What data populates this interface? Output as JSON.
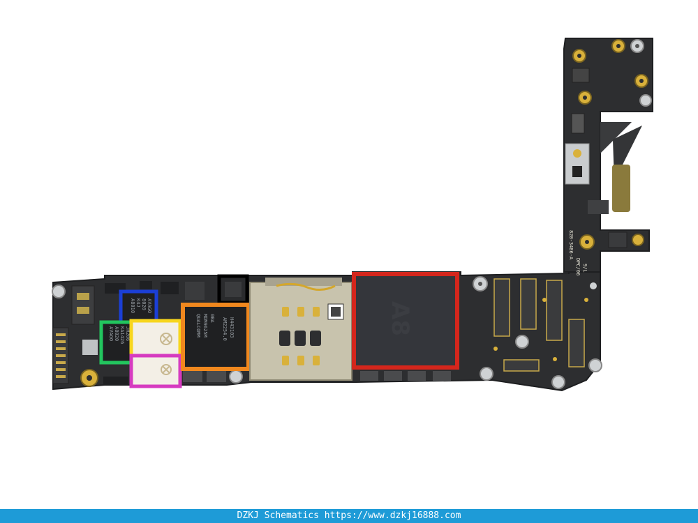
{
  "footer": {
    "text": "DZKJ Schematics https://www.dzkj16888.com"
  },
  "board": {
    "a8_text": "A8",
    "qualcomm_lines": [
      "QUALCOMM",
      "MDM9625M",
      "0BA"
    ],
    "qualcomm_code": [
      "AM2254.0",
      "H443103"
    ],
    "avago_lines": [
      "AVAGO",
      "A8020",
      "KA1426",
      "JR206"
    ],
    "blue_chip_lines": [
      "AVAGO",
      "8020",
      "K4J",
      "A8010"
    ],
    "silkscreen": [
      "820-3486-A",
      "DPC/06",
      "9/L"
    ],
    "accent_colors": {
      "red": "#d4261c",
      "orange": "#f0881e",
      "blue": "#1b3fd6",
      "green": "#22c55e",
      "yellow": "#f7d61e",
      "magenta": "#d63bc0",
      "black": "#000000",
      "pcb": "#2d2e30",
      "gold": "#d9b13b"
    }
  }
}
